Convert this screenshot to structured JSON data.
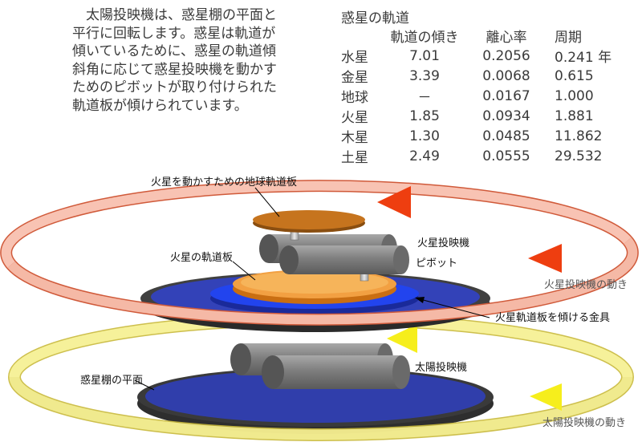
{
  "paragraph": {
    "lines": [
      "　太陽投映機は、惑星棚の平面と",
      "平行に回転します。惑星は軌道が",
      "傾いているために、惑星の軌道傾",
      "斜角に応じて惑星投映機を動かす",
      "ためのピボットが取り付けられた",
      "軌道板が傾けられています。"
    ]
  },
  "orbit_table": {
    "title": "惑星の軌道",
    "headers": [
      "",
      "軌道の傾き",
      "離心率",
      "周期"
    ],
    "rows": [
      [
        "水星",
        "7.01",
        "0.2056",
        "0.241 年"
      ],
      [
        "金星",
        "3.39",
        "0.0068",
        "0.615"
      ],
      [
        "地球",
        "－",
        "0.0167",
        "1.000"
      ],
      [
        "火星",
        "1.85",
        "0.0934",
        "1.881"
      ],
      [
        "木星",
        "1.30",
        "0.0485",
        "11.862"
      ],
      [
        "土星",
        "2.49",
        "0.0555",
        "29.532"
      ]
    ]
  },
  "diagram": {
    "labels": {
      "earth_plate": "火星を動かすための地球軌道板",
      "mars_projector": "火星投映機",
      "mars_orbit_plate": "火星の軌道板",
      "pivot": "ピボット",
      "mars_motion": "火星投映機の動き",
      "bracket": "火星軌道板を傾ける金具",
      "sun_projector": "太陽投映機",
      "shelf_plane": "惑星棚の平面",
      "sun_motion": "太陽投映機の動き"
    },
    "colors": {
      "mars_ring": "#f07a5a",
      "mars_arrow": "#ee3e10",
      "sun_ring": "#f2ec7a",
      "sun_arrow": "#f4ee20",
      "disc_blue": "#2f3fbf",
      "orbit_plate": "#f2a040",
      "earth_plate": "#c6741e",
      "projector_gray": "#7a7a7a"
    }
  }
}
